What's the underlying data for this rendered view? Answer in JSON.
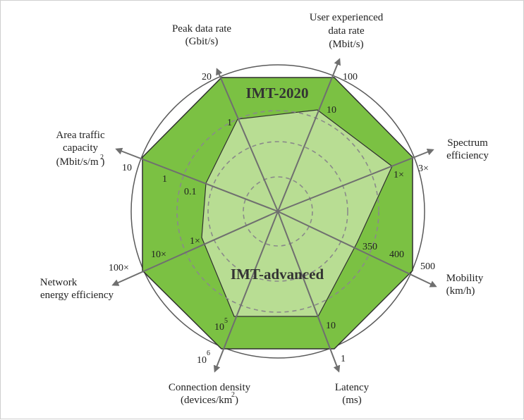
{
  "colors": {
    "outer_fill": "#7bc143",
    "inner_fill": "#b8dd93",
    "spoke": "#6f6f6f",
    "circle": "#5a5a5a",
    "dashed": "#8a8a8a",
    "edge": "#2f2f2f"
  },
  "labels": {
    "outer_polygon": "IMT-2020",
    "inner_polygon": "IMT-advanced"
  },
  "axes": [
    {
      "id": "peak-data-rate",
      "title_lines": [
        "Peak data rate",
        "(Gbit/s)"
      ],
      "imt2020": "20",
      "imt_advanced": "1"
    },
    {
      "id": "user-experienced-data-rate",
      "title_lines": [
        "User experienced",
        "data rate",
        "(Mbit/s)"
      ],
      "imt2020": "100",
      "imt_advanced": "10"
    },
    {
      "id": "spectrum-efficiency",
      "title_lines": [
        "Spectrum",
        "efficiency"
      ],
      "imt2020": "3×",
      "imt_advanced": "1×"
    },
    {
      "id": "mobility",
      "title_lines": [
        "Mobility",
        "(km/h)"
      ],
      "imt2020": "500",
      "imt_advanced": "350",
      "extra_tick": "400"
    },
    {
      "id": "latency",
      "title_lines": [
        "Latency",
        "(ms)"
      ],
      "imt2020": "1",
      "imt_advanced": "10"
    },
    {
      "id": "connection-density",
      "title_lines": [
        "Connection density",
        "(devices/km  )"
      ],
      "title_sup": "2",
      "imt2020_base": "10",
      "imt2020_sup": "6",
      "imt_advanced_base": "10",
      "imt_advanced_sup": "5"
    },
    {
      "id": "network-energy-efficiency",
      "title_lines": [
        "Network",
        "energy efficiency"
      ],
      "imt2020": "100×",
      "imt_advanced": "10×",
      "extra_tick": "1×"
    },
    {
      "id": "area-traffic-capacity",
      "title_lines": [
        "Area traffic",
        "capacity",
        "(Mbit/s/m  )"
      ],
      "title_sup": "2",
      "imt2020": "10",
      "imt_advanced": "1",
      "extra_tick": "0.1"
    }
  ]
}
